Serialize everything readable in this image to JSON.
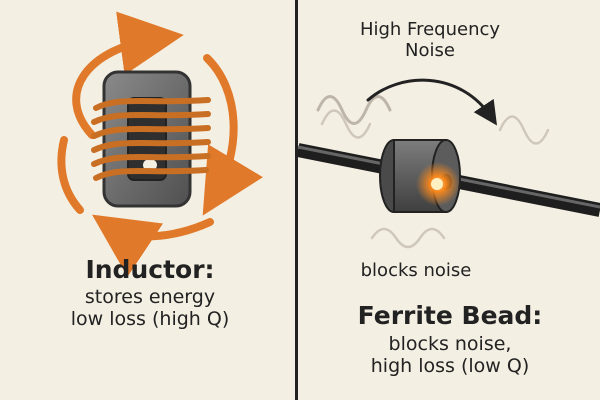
{
  "inductor": {
    "title": "Inductor:",
    "desc_line1": "stores energy",
    "desc_line2": "low loss (high Q)"
  },
  "noise": {
    "title_line1": "High Frequency",
    "title_line2": "Noise",
    "blocks_label": "blocks noise"
  },
  "ferrite_bead": {
    "title": "Ferrite Bead:",
    "desc_line1": "blocks noise,",
    "desc_line2": "high loss (low Q)"
  },
  "colors": {
    "background": "#f4efe3",
    "copper": "#c96f24",
    "core": "#6a6a6a",
    "arrow": "#e07a2a",
    "wire": "#3b3b3b",
    "glow": "#ff8a1a"
  },
  "icons": {
    "circulation": "energy-circulation-arrows",
    "noise": "noise-wave-icon",
    "bead": "ferrite-bead-icon"
  }
}
